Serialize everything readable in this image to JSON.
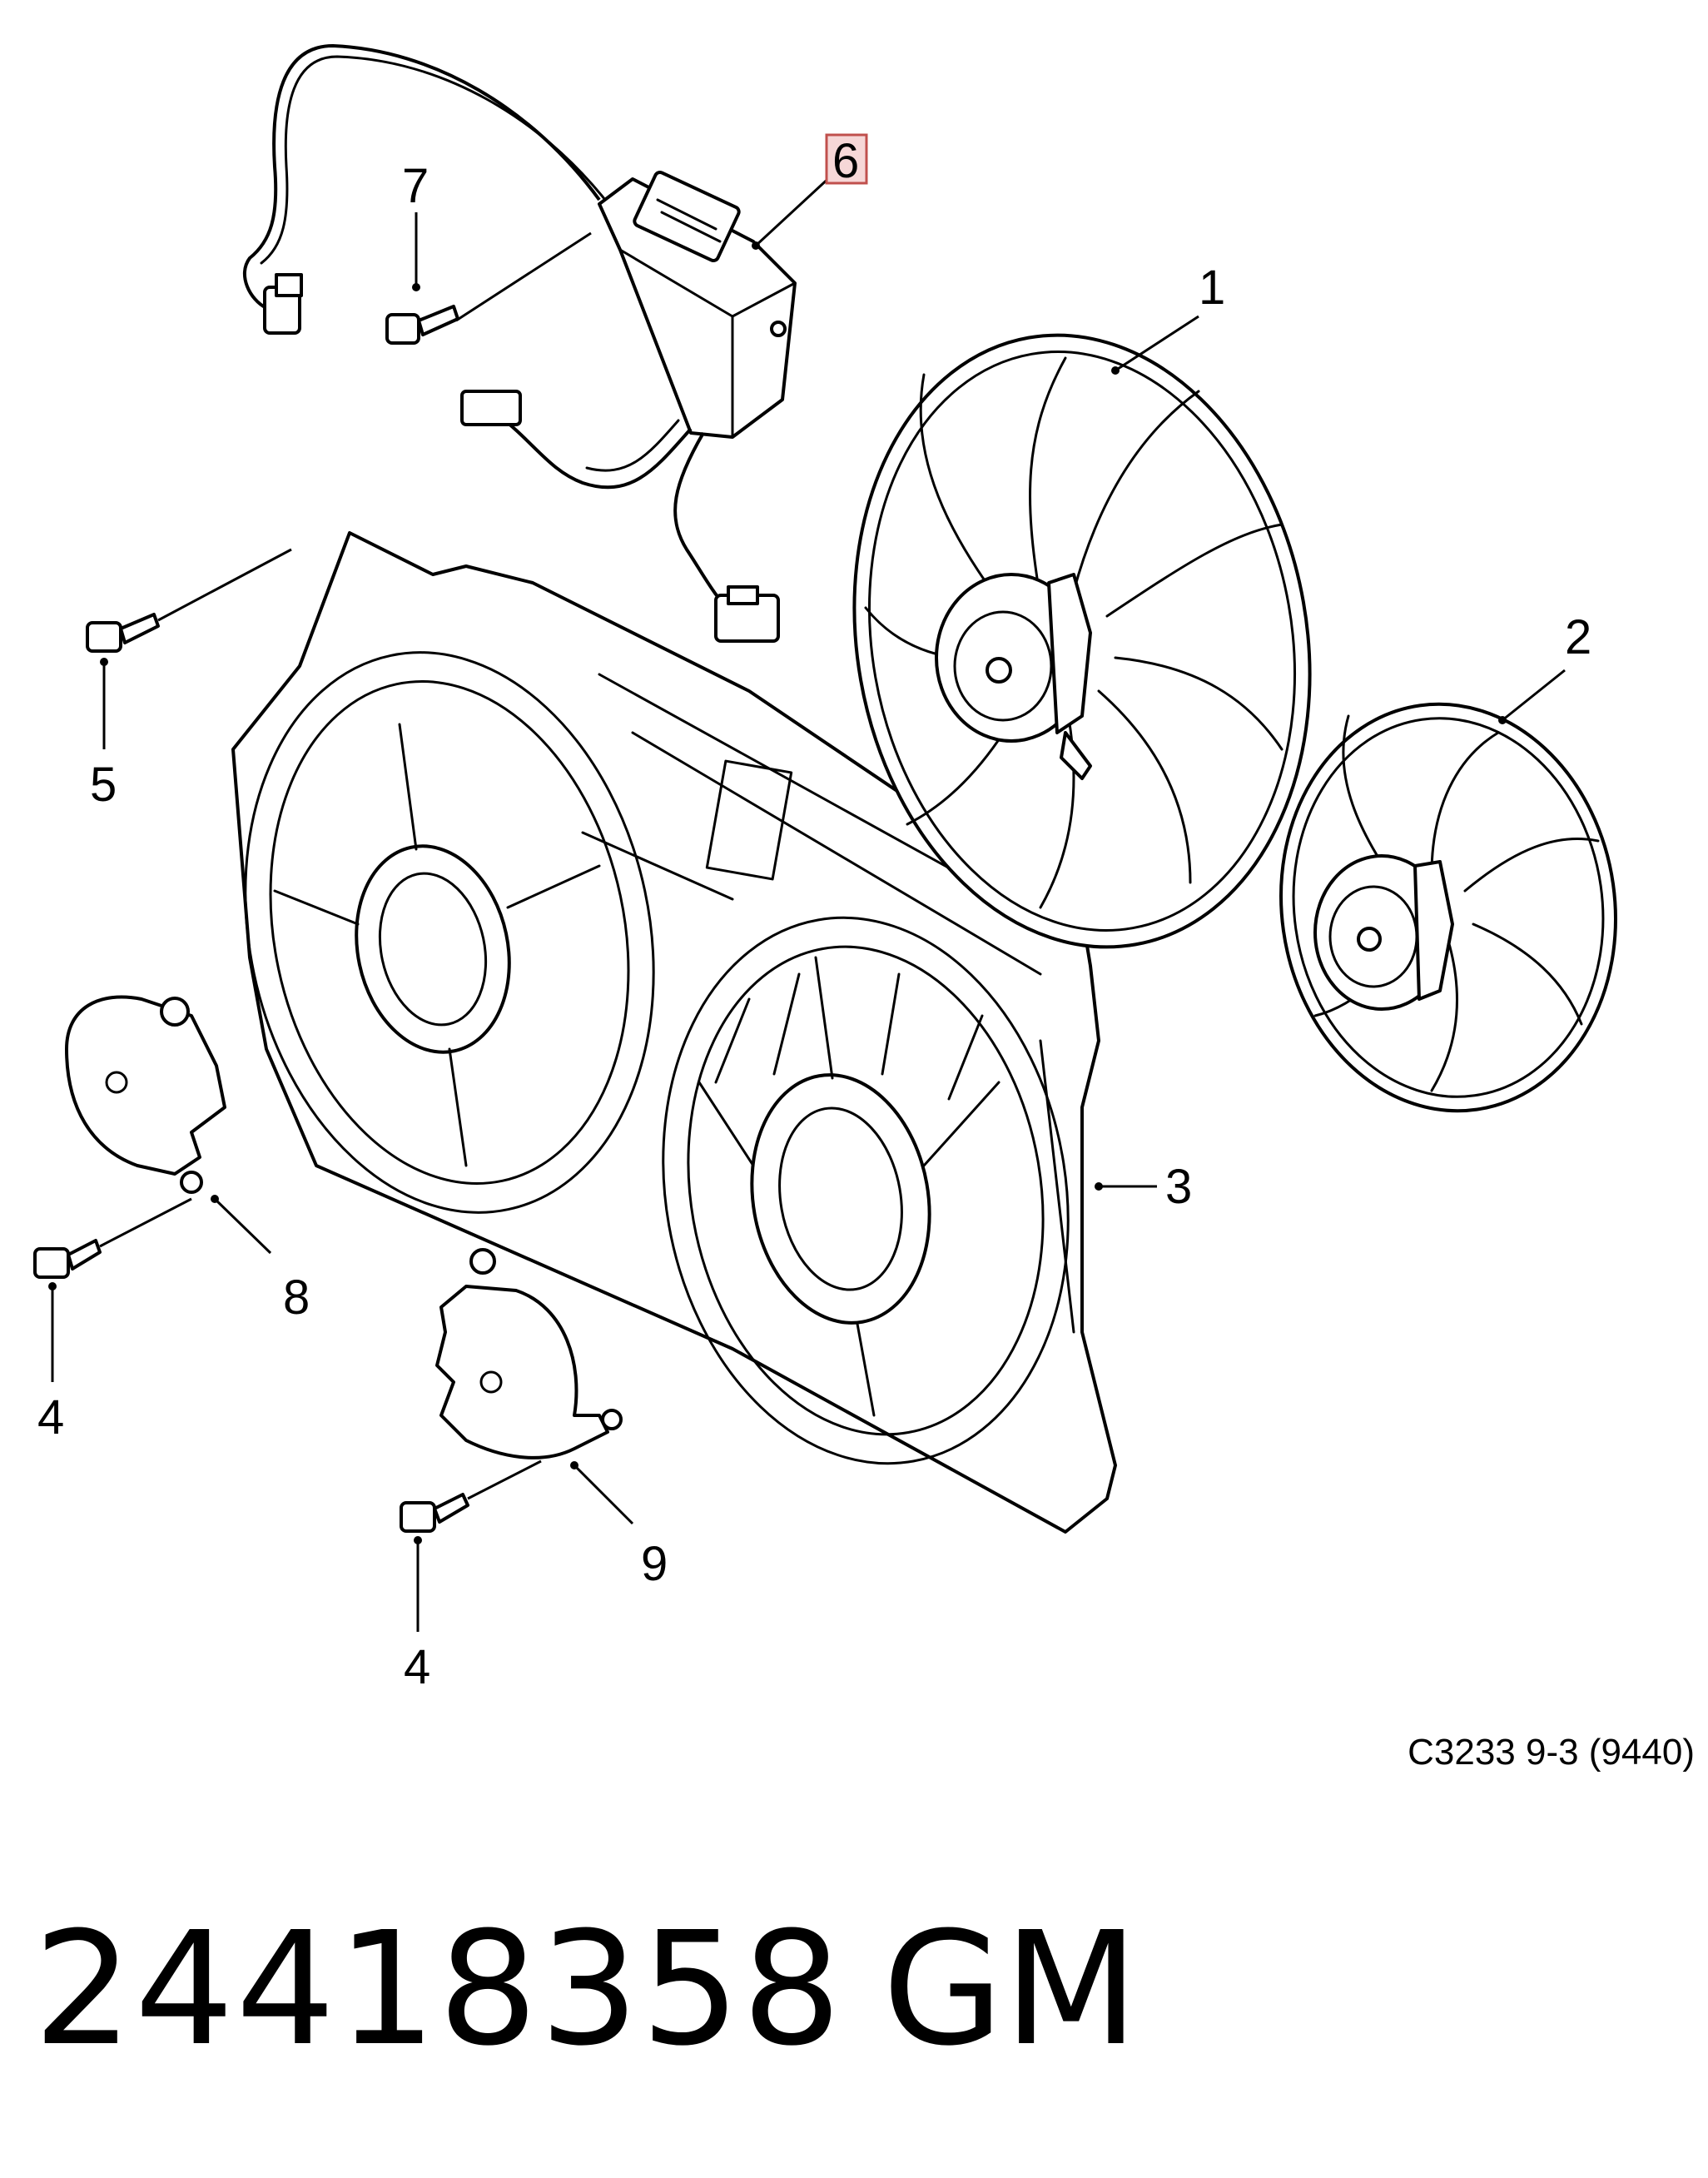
{
  "diagram": {
    "callouts": {
      "c1": "1",
      "c2": "2",
      "c3": "3",
      "c4a": "4",
      "c4b": "4",
      "c5": "5",
      "c6": "6",
      "c7": "7",
      "c8": "8",
      "c9": "9"
    },
    "highlighted_callout": "6",
    "highlight_color": "#c0504d",
    "reference": "C3233 9-3 (9440)"
  },
  "part": {
    "number": "24418358",
    "brand": "GM"
  }
}
